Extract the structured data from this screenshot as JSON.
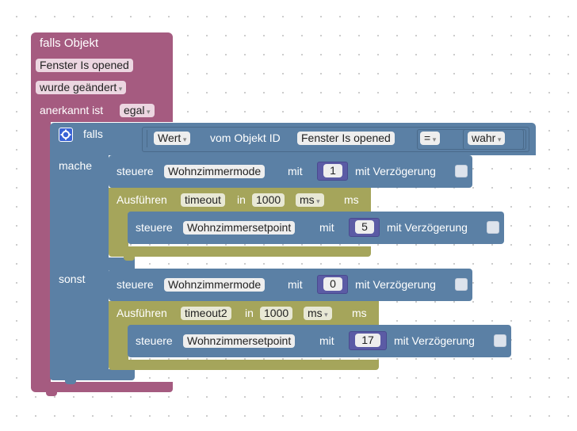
{
  "trigger": {
    "title": "falls Objekt",
    "object_id": "Fenster Is opened",
    "change_dropdown": "wurde geändert",
    "ack_label": "anerkannt ist",
    "ack_dropdown": "egal"
  },
  "if_block": {
    "falls_label": "falls",
    "condition": {
      "value_dropdown": "Wert",
      "of_object_label": "vom Objekt ID",
      "object_id": "Fenster Is opened",
      "operator": "=",
      "compare_value": "wahr"
    },
    "mache_label": "mache",
    "sonst_label": "sonst"
  },
  "then_branch": {
    "control": {
      "verb": "steuere",
      "target": "Wohnzimmermode",
      "mit": "mit",
      "value": "1",
      "delay_label": "mit Verzögerung"
    },
    "timeout": {
      "run_label": "Ausführen",
      "name": "timeout",
      "in_label": "in",
      "duration": "1000",
      "unit_dropdown": "ms",
      "unit_label": "ms",
      "inner": {
        "verb": "steuere",
        "target": "Wohnzimmersetpoint",
        "mit": "mit",
        "value": "5",
        "delay_label": "mit Verzögerung"
      }
    }
  },
  "else_branch": {
    "control": {
      "verb": "steuere",
      "target": "Wohnzimmermode",
      "mit": "mit",
      "value": "0",
      "delay_label": "mit Verzögerung"
    },
    "timeout": {
      "run_label": "Ausführen",
      "name": "timeout2",
      "in_label": "in",
      "duration": "1000",
      "unit_dropdown": "ms",
      "unit_label": "ms",
      "inner": {
        "verb": "steuere",
        "target": "Wohnzimmersetpoint",
        "mit": "mit",
        "value": "17",
        "delay_label": "mit Verzögerung"
      }
    }
  },
  "colors": {
    "trigger": "#a55b80",
    "logic": "#5b80a5",
    "timeout": "#a5a55b",
    "number": "#5b5ba5"
  }
}
